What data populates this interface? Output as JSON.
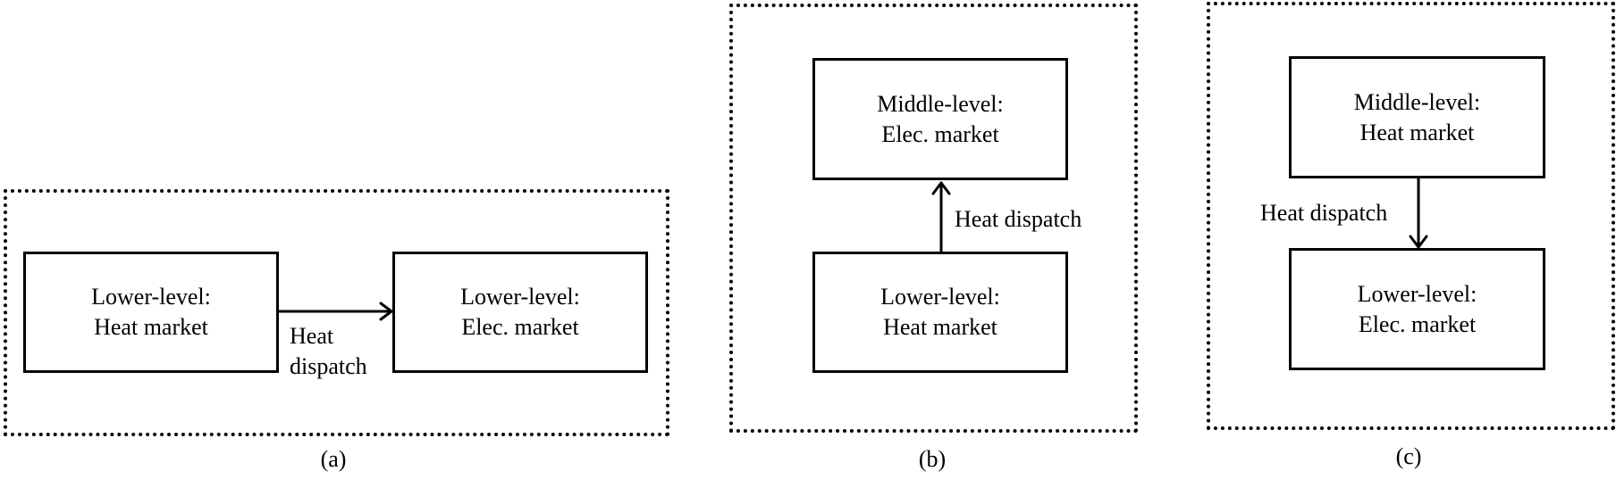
{
  "panels": {
    "a": {
      "caption": "(a)",
      "node_left": {
        "line1": "Lower-level:",
        "line2": "Heat market"
      },
      "node_right": {
        "line1": "Lower-level:",
        "line2": "Elec. market"
      },
      "edge_label_line1": "Heat",
      "edge_label_line2": "dispatch"
    },
    "b": {
      "caption": "(b)",
      "node_top": {
        "line1": "Middle-level:",
        "line2": "Elec. market"
      },
      "node_bottom": {
        "line1": "Lower-level:",
        "line2": "Heat market"
      },
      "edge_label": "Heat dispatch"
    },
    "c": {
      "caption": "(c)",
      "node_top": {
        "line1": "Middle-level:",
        "line2": "Heat market"
      },
      "node_bottom": {
        "line1": "Lower-level:",
        "line2": "Elec. market"
      },
      "edge_label": "Heat dispatch"
    }
  }
}
